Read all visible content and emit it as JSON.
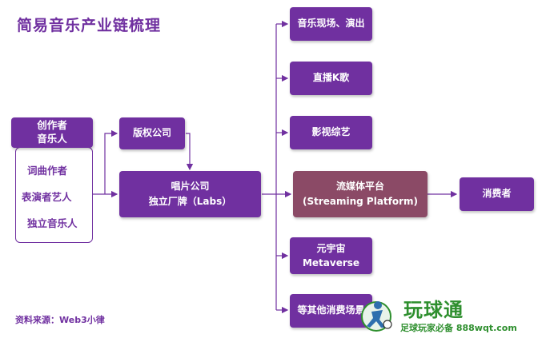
{
  "title": "简易音乐产业链梳理",
  "source": "资料来源：Web3小律",
  "creator": {
    "header_line1": "创作者",
    "header_line2": "音乐人",
    "items": [
      "词曲作者",
      "表演者艺人",
      "独立音乐人"
    ]
  },
  "copyright": "版权公司",
  "label": {
    "line1": "唱片公司",
    "line2": "独立厂牌（Labs）"
  },
  "platform": {
    "line1": "流媒体平台",
    "line2": "(Streaming Platform)"
  },
  "consumer": "消费者",
  "channels": {
    "live": "音乐现场、演出",
    "livestream": "直播K歌",
    "film": "影视综艺",
    "metaverse_line1": "元宇宙",
    "metaverse_line2": "Metaverse",
    "other": "等其他消费场景"
  },
  "watermark": {
    "brand": "玩球通",
    "tagline": "足球玩家必备 888wqt.com"
  },
  "colors": {
    "purple": "#7030a0",
    "platform": "#8b4a66",
    "arrow": "#7030a0",
    "watermark_green": "#2e8f2e"
  }
}
